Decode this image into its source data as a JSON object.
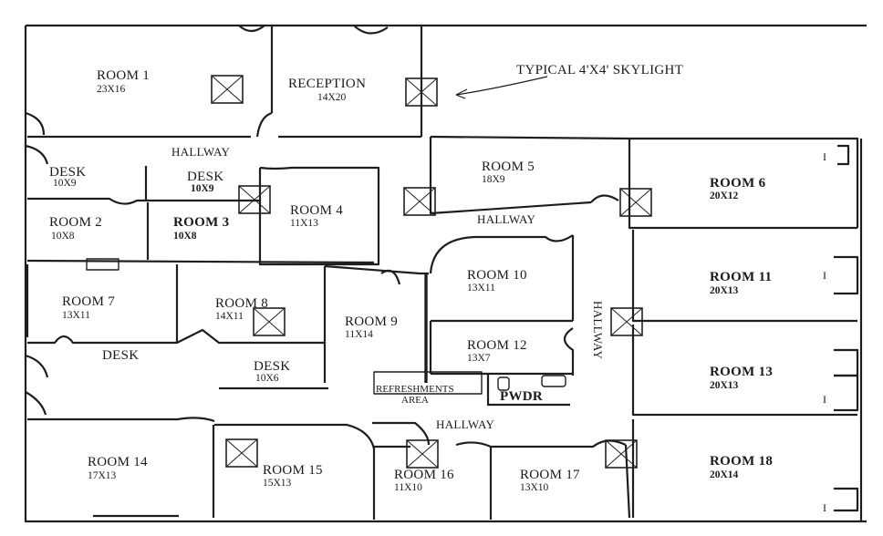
{
  "callout": "TYPICAL 4'X4' SKYLIGHT",
  "rooms": {
    "room1": {
      "name": "ROOM 1",
      "size": "23X16"
    },
    "reception": {
      "name": "RECEPTION",
      "size": "14X20"
    },
    "room5": {
      "name": "ROOM 5",
      "size": "18X9"
    },
    "room6": {
      "name": "ROOM 6",
      "size": "20X12"
    },
    "desk_a": {
      "name": "DESK",
      "size": "10X9"
    },
    "desk_b": {
      "name": "DESK",
      "size": "10X9"
    },
    "room2": {
      "name": "ROOM 2",
      "size": "10X8"
    },
    "room3": {
      "name": "ROOM 3",
      "size": "10X8"
    },
    "room4": {
      "name": "ROOM 4",
      "size": "11X13"
    },
    "room10": {
      "name": "ROOM 10",
      "size": "13X11"
    },
    "room11": {
      "name": "ROOM 11",
      "size": "20X13"
    },
    "room7": {
      "name": "ROOM 7",
      "size": "13X11"
    },
    "room8": {
      "name": "ROOM 8",
      "size": "14X11"
    },
    "room9": {
      "name": "ROOM 9",
      "size": "11X14"
    },
    "room12": {
      "name": "ROOM 12",
      "size": "13X7"
    },
    "room13": {
      "name": "ROOM 13",
      "size": "20X13"
    },
    "desk_c": {
      "name": "DESK",
      "size": ""
    },
    "desk_d": {
      "name": "DESK",
      "size": "10X6"
    },
    "room14": {
      "name": "ROOM 14",
      "size": "17X13"
    },
    "room15": {
      "name": "ROOM 15",
      "size": "15X13"
    },
    "room16": {
      "name": "ROOM 16",
      "size": "11X10"
    },
    "room17": {
      "name": "ROOM 17",
      "size": "13X10"
    },
    "room18": {
      "name": "ROOM 18",
      "size": "20X14"
    }
  },
  "areas": {
    "hallway_top": "HALLWAY",
    "hallway_mid": "HALLWAY",
    "hallway_vertical": "HALLWAY",
    "hallway_bottom": "HALLWAY",
    "refreshments_line1": "REFRESHMENTS",
    "refreshments_line2": "AREA",
    "powder_room": "PWDR"
  },
  "marks": {
    "closet": "I"
  }
}
